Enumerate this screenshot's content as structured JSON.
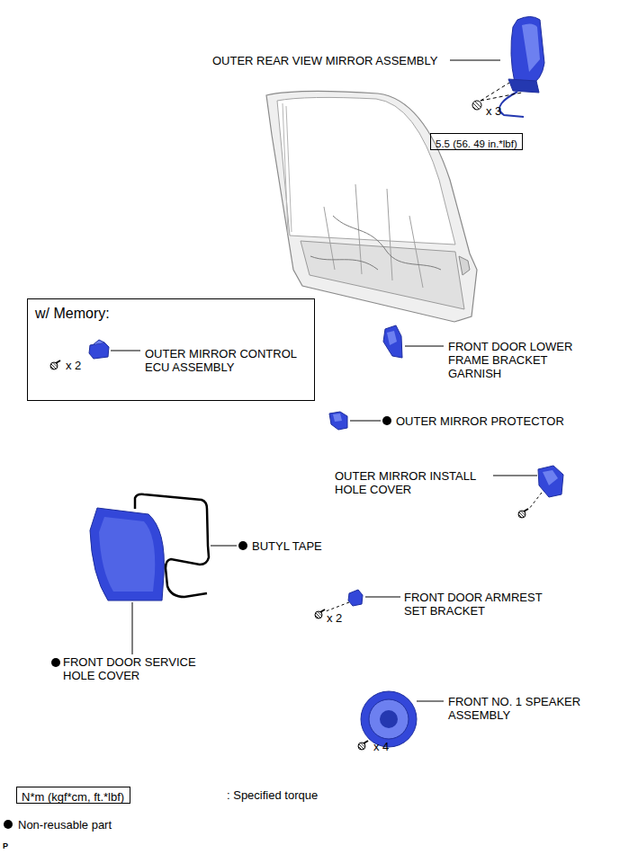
{
  "diagram": {
    "nodes": [
      {
        "text": [
          "5.5 (56. 49 in.*lbf)"
        ]
      },
      {
        "text": [
          "w/ Memory:",
          "OUTER MIRROR CONTROL ECU ASSEMBLY",
          "x 2"
        ]
      },
      {
        "text": [
          "N*m (kgf*cm, ft.*lbf)"
        ]
      }
    ],
    "labels": [
      "OUTER REAR VIEW MIRROR ASSEMBLY",
      "x 3",
      "FRONT DOOR LOWER FRAME BRACKET GARNISH",
      "OUTER MIRROR PROTECTOR",
      "OUTER MIRROR INSTALL HOLE COVER",
      "BUTYL TAPE",
      "FRONT DOOR SERVICE HOLE COVER",
      "FRONT DOOR ARMREST SET BRACKET",
      "x 2",
      "FRONT NO. 1 SPEAKER ASSEMBLY",
      "x 4",
      "P"
    ],
    "legend": [
      {
        "text": ": Specified torque"
      },
      {
        "text": "Non-reusable part"
      }
    ]
  }
}
